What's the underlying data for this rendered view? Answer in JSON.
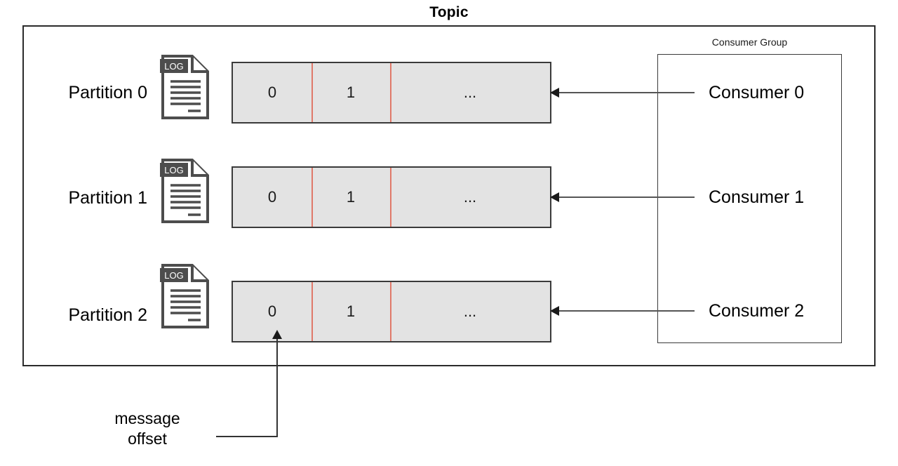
{
  "diagram": {
    "title": "Topic",
    "partitions": [
      {
        "label": "Partition 0",
        "icon_name": "log-document-icon",
        "icon_badge": "LOG",
        "cells": [
          "0",
          "1",
          "..."
        ]
      },
      {
        "label": "Partition 1",
        "icon_name": "log-document-icon",
        "icon_badge": "LOG",
        "cells": [
          "0",
          "1",
          "..."
        ]
      },
      {
        "label": "Partition 2",
        "icon_name": "log-document-icon",
        "icon_badge": "LOG",
        "cells": [
          "0",
          "1",
          "..."
        ]
      }
    ],
    "consumer_group": {
      "label": "Consumer Group",
      "consumers": [
        {
          "label": "Consumer 0"
        },
        {
          "label": "Consumer 1"
        },
        {
          "label": "Consumer 2"
        }
      ]
    },
    "annotations": {
      "offset_callout_line1": "message",
      "offset_callout_line2": "offset"
    },
    "colors": {
      "log_box_fill": "#e3e3e3",
      "log_box_border": "#3a3a3a",
      "cell_divider": "#e0796a",
      "outer_border": "#2b2b2b",
      "icon_stroke": "#4d4d4d",
      "connector": "#555555",
      "text": "#000000"
    }
  }
}
